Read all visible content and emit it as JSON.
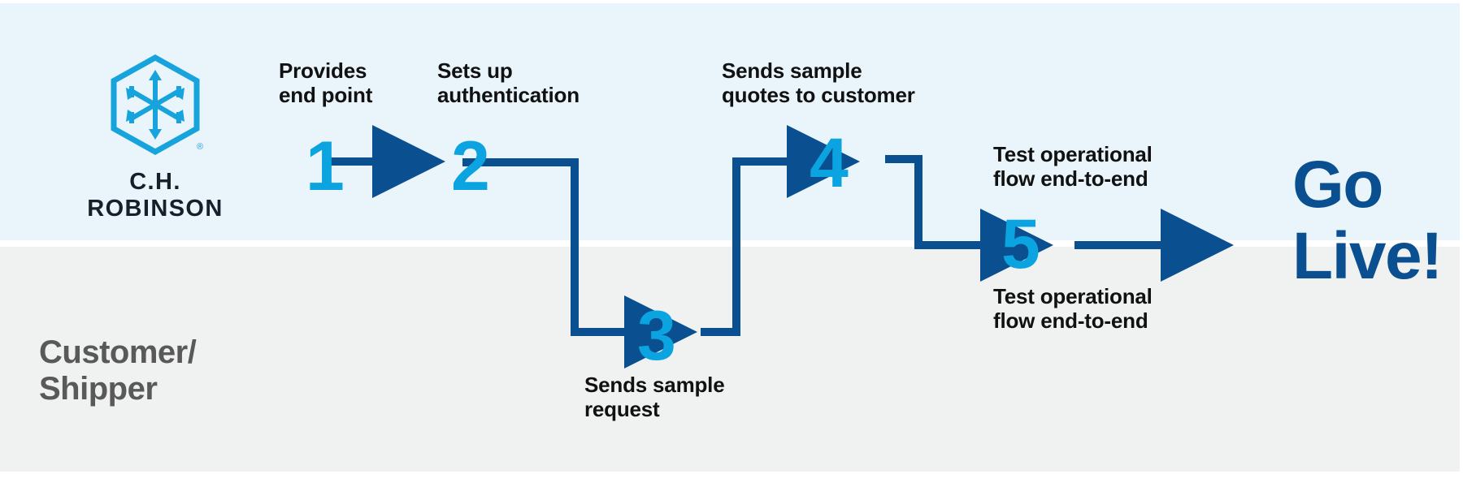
{
  "theme": {
    "band_top_color": "#e9f4fb",
    "band_bottom_color": "#f0f1f1",
    "brand_light_blue": "#0ba3e0",
    "brand_dark_blue": "#0a4f8f",
    "connector_color": "#0a4f8f",
    "label_text_color": "#111111",
    "lane_label_color": "#595959",
    "logo_mark_color": "#17a3dc",
    "logo_wordmark_color": "#16202a"
  },
  "brand": {
    "wordmark": "C.H. ROBINSON",
    "mark_name": "hexagon-six-arrows-logo",
    "registered_mark": "®"
  },
  "lanes": {
    "top_label": "",
    "bottom_label": "Customer/\nShipper"
  },
  "steps": [
    {
      "number": "1",
      "label": "Provides\nend point",
      "lane": "top"
    },
    {
      "number": "2",
      "label": "Sets up\nauthentication",
      "lane": "top"
    },
    {
      "number": "3",
      "label": "Sends sample\nrequest",
      "lane": "bottom"
    },
    {
      "number": "4",
      "label": "Sends sample\nquotes to customer",
      "lane": "top"
    },
    {
      "number": "5",
      "label_above": "Test operational\nflow end-to-end",
      "label_below": "Test operational\nflow end-to-end",
      "lane": "middle"
    }
  ],
  "outcome": {
    "text": "Go\nLive!"
  },
  "connectors": [
    {
      "name": "arrow-1-to-2",
      "kind": "straight"
    },
    {
      "name": "arrow-2-to-3",
      "kind": "elbow-down"
    },
    {
      "name": "arrow-3-to-4",
      "kind": "elbow-up"
    },
    {
      "name": "arrow-4-to-5",
      "kind": "elbow-down"
    },
    {
      "name": "arrow-5-to-golive",
      "kind": "straight"
    }
  ]
}
